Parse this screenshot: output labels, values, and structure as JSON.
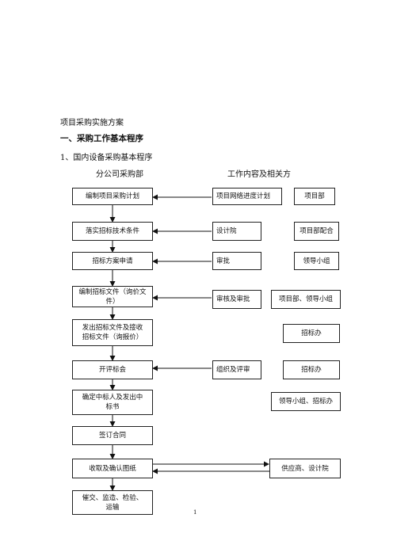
{
  "document": {
    "title": "项目采购实施方案",
    "heading1": "一、采购工作基本程序",
    "heading2": "1、国内设备采购基本程序",
    "page_number": "1"
  },
  "columns": {
    "left": "分公司采购部",
    "right": "工作内容及相关方"
  },
  "steps": [
    {
      "label": "编制项目采购计划"
    },
    {
      "label": "落实招标技术条件"
    },
    {
      "label": "招标方案申请"
    },
    {
      "label": "编制招标文件（询价文件）"
    },
    {
      "label": "发出招标文件及接收招标文件（询报价）"
    },
    {
      "label": "开评标会"
    },
    {
      "label": "确定中标人及发出中标书"
    },
    {
      "label": "签订合同"
    },
    {
      "label": "收取及确认图纸"
    },
    {
      "label": "催交、监造、检验、运输"
    }
  ],
  "contents": [
    {
      "label": "项目网络进度计划"
    },
    {
      "label": "设计院"
    },
    {
      "label": "审批"
    },
    {
      "label": "审核及审批"
    },
    {
      "label": "组织及评审"
    }
  ],
  "parties": [
    {
      "label": "项目部"
    },
    {
      "label": "项目部配合"
    },
    {
      "label": "领导小组"
    },
    {
      "label": "项目部、领导小组"
    },
    {
      "label": "招标办"
    },
    {
      "label": "招标办"
    },
    {
      "label": "领导小组、招标办"
    },
    {
      "label": "供应商、设计院"
    }
  ]
}
